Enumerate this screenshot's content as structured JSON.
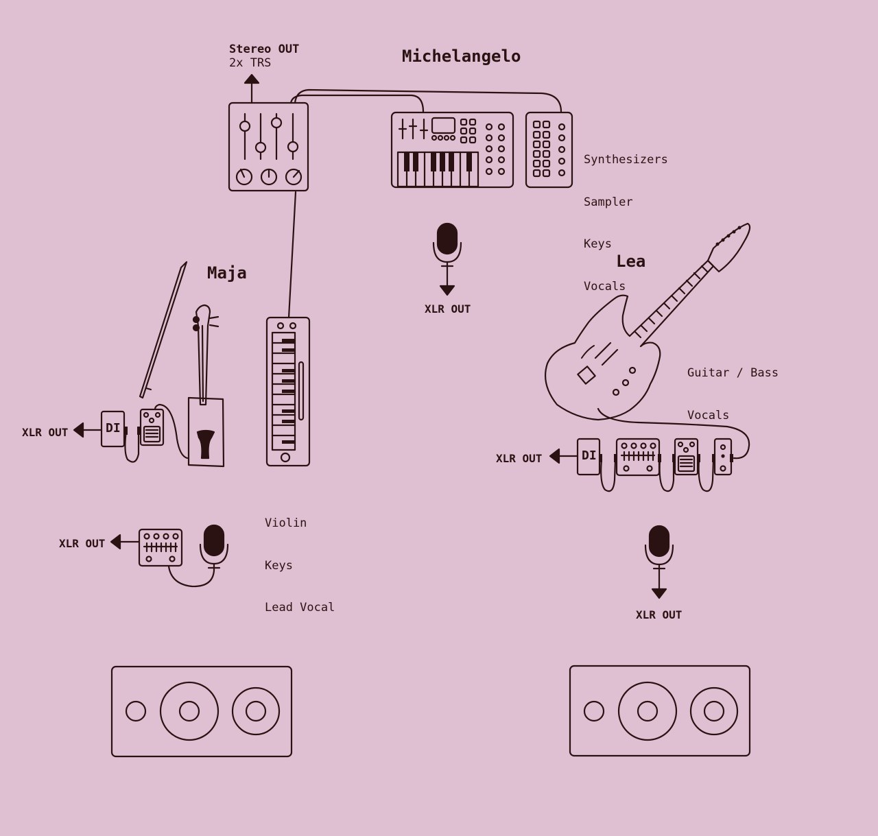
{
  "performers": {
    "michelangelo": {
      "name": "Michelangelo",
      "roles": [
        "Synthesizers",
        "Sampler",
        "Keys",
        "Vocals"
      ]
    },
    "maja": {
      "name": "Maja",
      "roles": [
        "Violin",
        "Keys",
        "Lead Vocal"
      ]
    },
    "lea": {
      "name": "Lea",
      "roles": [
        "Guitar / Bass",
        "Vocals"
      ]
    }
  },
  "outputs": {
    "stereo_title": "Stereo OUT",
    "stereo_sub": "2x TRS",
    "xlr": "XLR OUT",
    "di": "DI"
  },
  "colors": {
    "background": "#dfc0d2",
    "ink": "#2a1212"
  }
}
